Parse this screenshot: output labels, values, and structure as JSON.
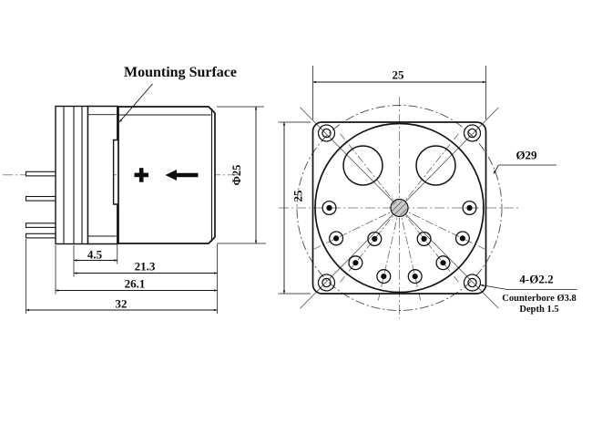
{
  "drawing_type": "technical-outline-drawing",
  "colors": {
    "line": "#141414",
    "centerline": "#8c8c8c",
    "hatch_fill": "#c9c9c9",
    "background": "#ffffff"
  },
  "side_view": {
    "label_mounting_surface": "Mounting Surface",
    "dim_flange_thickness": "4.5",
    "dim_mount_face_to_end": "21.3",
    "dim_base_to_end": "26.1",
    "dim_overall_length": "32",
    "dim_body_diameter": "Φ25"
  },
  "front_view": {
    "dim_plate_width": "25",
    "dim_plate_height": "25",
    "label_outer_diameter": "Ø29",
    "label_mount_holes": "4-Ø2.2",
    "label_counterbore": "Counterbore Ø3.8",
    "label_counterbore_depth": "Depth 1.5"
  }
}
